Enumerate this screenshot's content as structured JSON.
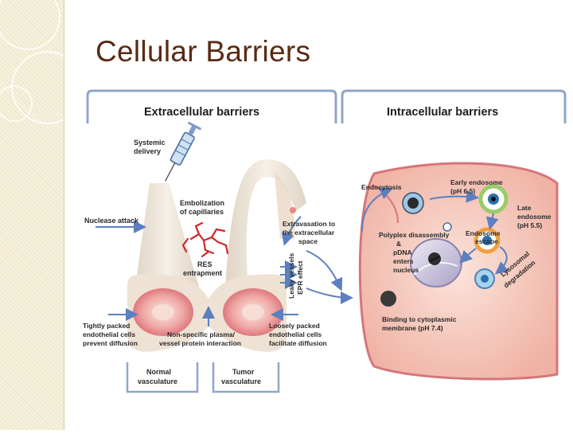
{
  "slide": {
    "title": "Cellular Barriers"
  },
  "headers": {
    "extracellular": "Extracellular barriers",
    "intracellular": "Intracellular barriers"
  },
  "labels": {
    "systemic_1": "Systemic",
    "systemic_2": "delivery",
    "nuclease": "Nuclease attack",
    "emboli_1": "Embolization",
    "emboli_2": "of capillaries",
    "res_1": "RES",
    "res_2": "entrapment",
    "extrav_1": "Extravasation to",
    "extrav_2": "the extracellular",
    "extrav_3": "space",
    "leaky_1": "Leaky vessels",
    "leaky_2": "EPR effect",
    "tight_1": "Tightly packed",
    "tight_2": "endothelial cells",
    "tight_3": "prevent diffusion",
    "nonspec_1": "Non-specific plasma/",
    "nonspec_2": "vessel protein interaction",
    "loose_1": "Loosely packed",
    "loose_2": "endothelial cells",
    "loose_3": "facilitate diffusion",
    "normal_1": "Normal",
    "normal_2": "vasculature",
    "tumor_1": "Tumor",
    "tumor_2": "vasculature",
    "endocytosis": "Endocytosis",
    "early_1": "Early endosome",
    "early_2": "(pH 6.5)",
    "late_1": "Late",
    "late_2": "endosome",
    "late_3": "(pH 5.5)",
    "endoesc_1": "Endosome",
    "endoesc_2": "escape",
    "polyplex_1": "Polyplex disassembly",
    "polyplex_2": "&",
    "polyplex_3": "pDNA",
    "polyplex_4": "enters",
    "polyplex_5": "nucleus",
    "lyso_1": "Lysosomal",
    "lyso_2": "degradation",
    "binding_1": "Binding to cytoplasmic",
    "binding_2": "membrane (pH 7.4)"
  },
  "colors": {
    "title": "#5a2a14",
    "vessel_outer": "#eee4d4",
    "vessel_red": "#d9737a",
    "cell_fill": "#f4c2b4",
    "cell_membrane": "#d6757a",
    "arrow_blue": "#5b7fbf",
    "bracket": "#8fa6c7",
    "res_red": "#cc2a2a",
    "nucleus": "#c9c3da",
    "endosome_green": "#9bcb6a",
    "lysosome_orange": "#f0a03c",
    "endosome_blue": "#a9d2ec"
  }
}
